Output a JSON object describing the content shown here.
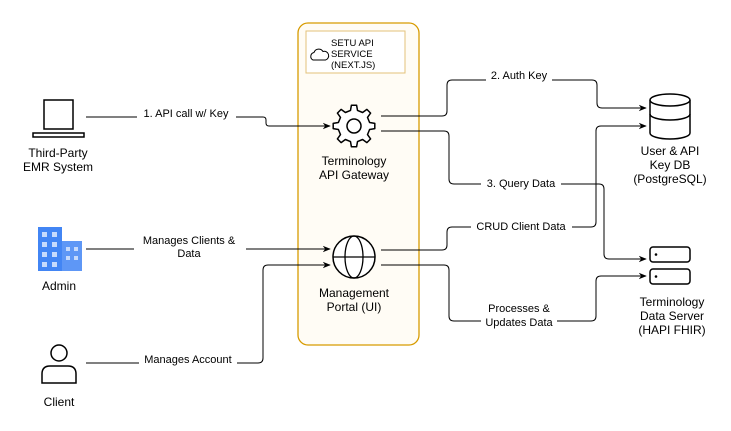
{
  "service": {
    "label_lines": [
      "SETU API",
      "SERVICE",
      "(NEXT.JS)"
    ],
    "border_color": "#d79b00",
    "fill_color": "#fffcf5"
  },
  "nodes": {
    "emr": {
      "lines": [
        "Third-Party",
        "EMR System"
      ],
      "icon": "laptop-icon"
    },
    "admin": {
      "lines": [
        "Admin"
      ],
      "icon": "building-icon",
      "color": "#4285f4"
    },
    "client": {
      "lines": [
        "Client"
      ],
      "icon": "user-icon"
    },
    "gateway": {
      "lines": [
        "Terminology",
        "API Gateway"
      ],
      "icon": "gear-icon"
    },
    "portal": {
      "lines": [
        "Management",
        "Portal (UI)"
      ],
      "icon": "globe-icon"
    },
    "db": {
      "lines": [
        "User & API",
        "Key DB",
        "(PostgreSQL)"
      ],
      "icon": "database-icon"
    },
    "fhir": {
      "lines": [
        "Terminology",
        "Data Server",
        "(HAPI FHIR)"
      ],
      "icon": "server-icon"
    }
  },
  "edges": {
    "api_call": "1. API call w/ Key",
    "auth_key": "2. Auth Key",
    "query_data": "3. Query Data",
    "crud": "CRUD Client Data",
    "manages_clients": [
      "Manages Clients &",
      "Data"
    ],
    "manages_account": "Manages Account",
    "processes": [
      "Processes &",
      "Updates Data"
    ]
  }
}
